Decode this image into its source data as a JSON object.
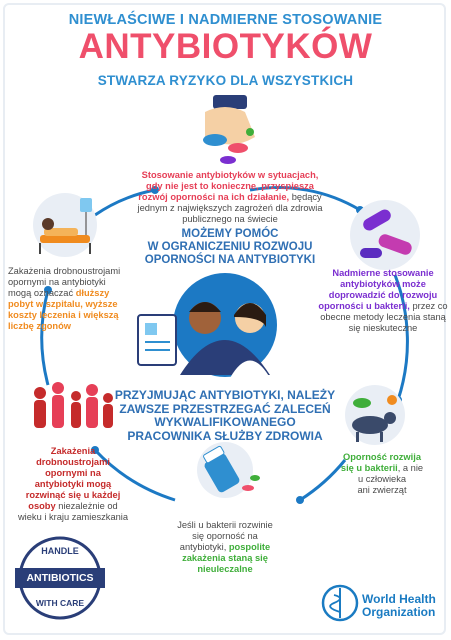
{
  "header": {
    "line1": "NIEWŁAŚCIWE I NADMIERNE STOSOWANIE",
    "line2": "ANTYBIOTYKÓW",
    "line3": "STWARZA RYZYKO DLA WSZYSTKICH"
  },
  "center": {
    "line1": "MOŻEMY POMÓC",
    "line2": "W OGRANICZENIU ROZWOJU",
    "line3": "OPORNOŚCI NA ANTYBIOTYKI"
  },
  "bottom_center": {
    "line1": "PRZYJMUJĄC ANTYBIOTYKI, NALEŻY",
    "line2": "ZAWSZE PRZESTRZEGAĆ  ZALECEŃ",
    "line3": "WYKWALIFIKOWANEGO",
    "line4": "PRACOWNIKA SŁUŻBY ZDROWIA"
  },
  "top_block": {
    "l1": "Stosowanie antybiotyków w sytuacjach,",
    "l2": "gdy  nie jest to konieczne, przyspiesza",
    "l3a": "rozwój oporności na ich działanie,",
    "l3b": " będący",
    "l4": "jednym z największych zagrożeń dla zdrowia",
    "l5": "publicznego na świecie"
  },
  "left_block": {
    "l1": "Zakażenia drobnoustrojami",
    "l2": "opornymi na antybiotyki",
    "l3a": "mogą oznaczać ",
    "l3b": "dłuższy",
    "l4": "pobyt w szpitalu, wyższe",
    "l5": "koszty leczenia i większą",
    "l6": "liczbę zgonów"
  },
  "right_block": {
    "l1": "Nadmierne stosowanie",
    "l2": "antybiotyków może",
    "l3": "doprowadzić do rozwoju",
    "l4a": "oporności u bakterii,",
    "l4b": " przez co",
    "l5": "obecne metody leczenia staną",
    "l6": "się nieskuteczne"
  },
  "bottom_left_block": {
    "l1": "Zakażenia",
    "l2": "drobnoustrojami",
    "l3": "opornymi na",
    "l4": "antybiotyki mogą",
    "l5": "rozwinąć się u każdej",
    "l6a": "osoby",
    "l6b": " niezależnie od",
    "l7": "wieku i kraju zamieszkania"
  },
  "bottom_right_block": {
    "l1a": "Oporność rozwija",
    "l2a": "się u bakterii",
    "l2b": ", a nie",
    "l3": "u człowieka",
    "l4": "ani zwierząt"
  },
  "bottom_block": {
    "l1": "Jeśli u bakterii rozwinie",
    "l2": "się oporność na",
    "l3a": "antybiotyki,  ",
    "l3b": "pospolite",
    "l4": "zakażenia staną się",
    "l5": "nieuleczalne"
  },
  "badge": {
    "top": "HANDLE",
    "middle": "ANTIBIOTICS",
    "bottom": "WITH CARE"
  },
  "who": {
    "line1": "World Health",
    "line2": "Organization"
  },
  "colors": {
    "blue": "#2f8fd0",
    "red": "#ef4f6b",
    "ring": "#1c79c4"
  }
}
